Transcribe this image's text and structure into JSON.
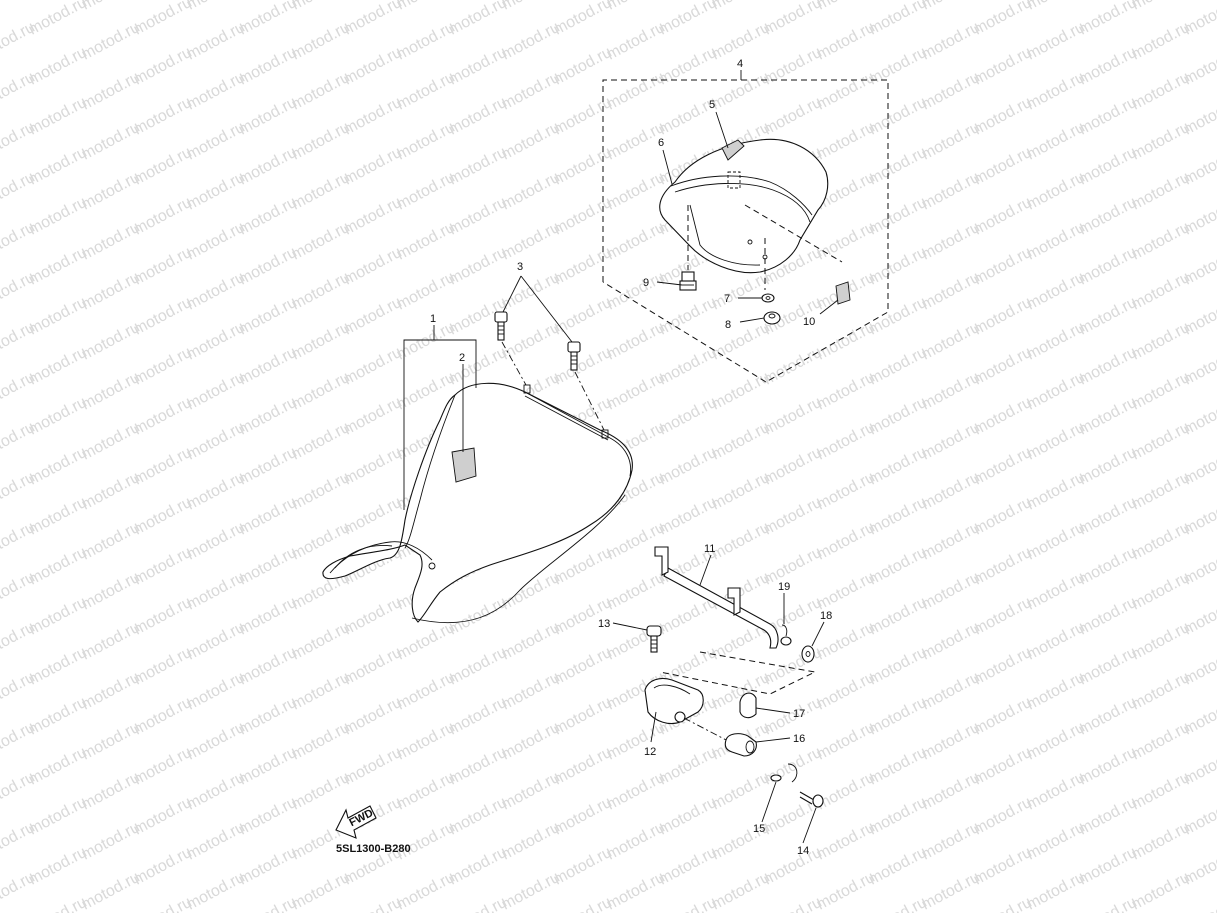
{
  "watermark": {
    "text": "motod.ru",
    "color": "#d9d9d9"
  },
  "diagram_code": "5SL1300-B280",
  "fwd_label": "FWD",
  "callouts": [
    {
      "id": "c1",
      "label": "1"
    },
    {
      "id": "c2",
      "label": "2"
    },
    {
      "id": "c3",
      "label": "3"
    },
    {
      "id": "c4",
      "label": "4"
    },
    {
      "id": "c5",
      "label": "5"
    },
    {
      "id": "c6",
      "label": "6"
    },
    {
      "id": "c7",
      "label": "7"
    },
    {
      "id": "c8",
      "label": "8"
    },
    {
      "id": "c9",
      "label": "9"
    },
    {
      "id": "c10",
      "label": "10"
    },
    {
      "id": "c11",
      "label": "11"
    },
    {
      "id": "c12",
      "label": "12"
    },
    {
      "id": "c13",
      "label": "13"
    },
    {
      "id": "c14",
      "label": "14"
    },
    {
      "id": "c15",
      "label": "15"
    },
    {
      "id": "c16",
      "label": "16"
    },
    {
      "id": "c17",
      "label": "17"
    },
    {
      "id": "c18",
      "label": "18"
    },
    {
      "id": "c19",
      "label": "19"
    }
  ]
}
